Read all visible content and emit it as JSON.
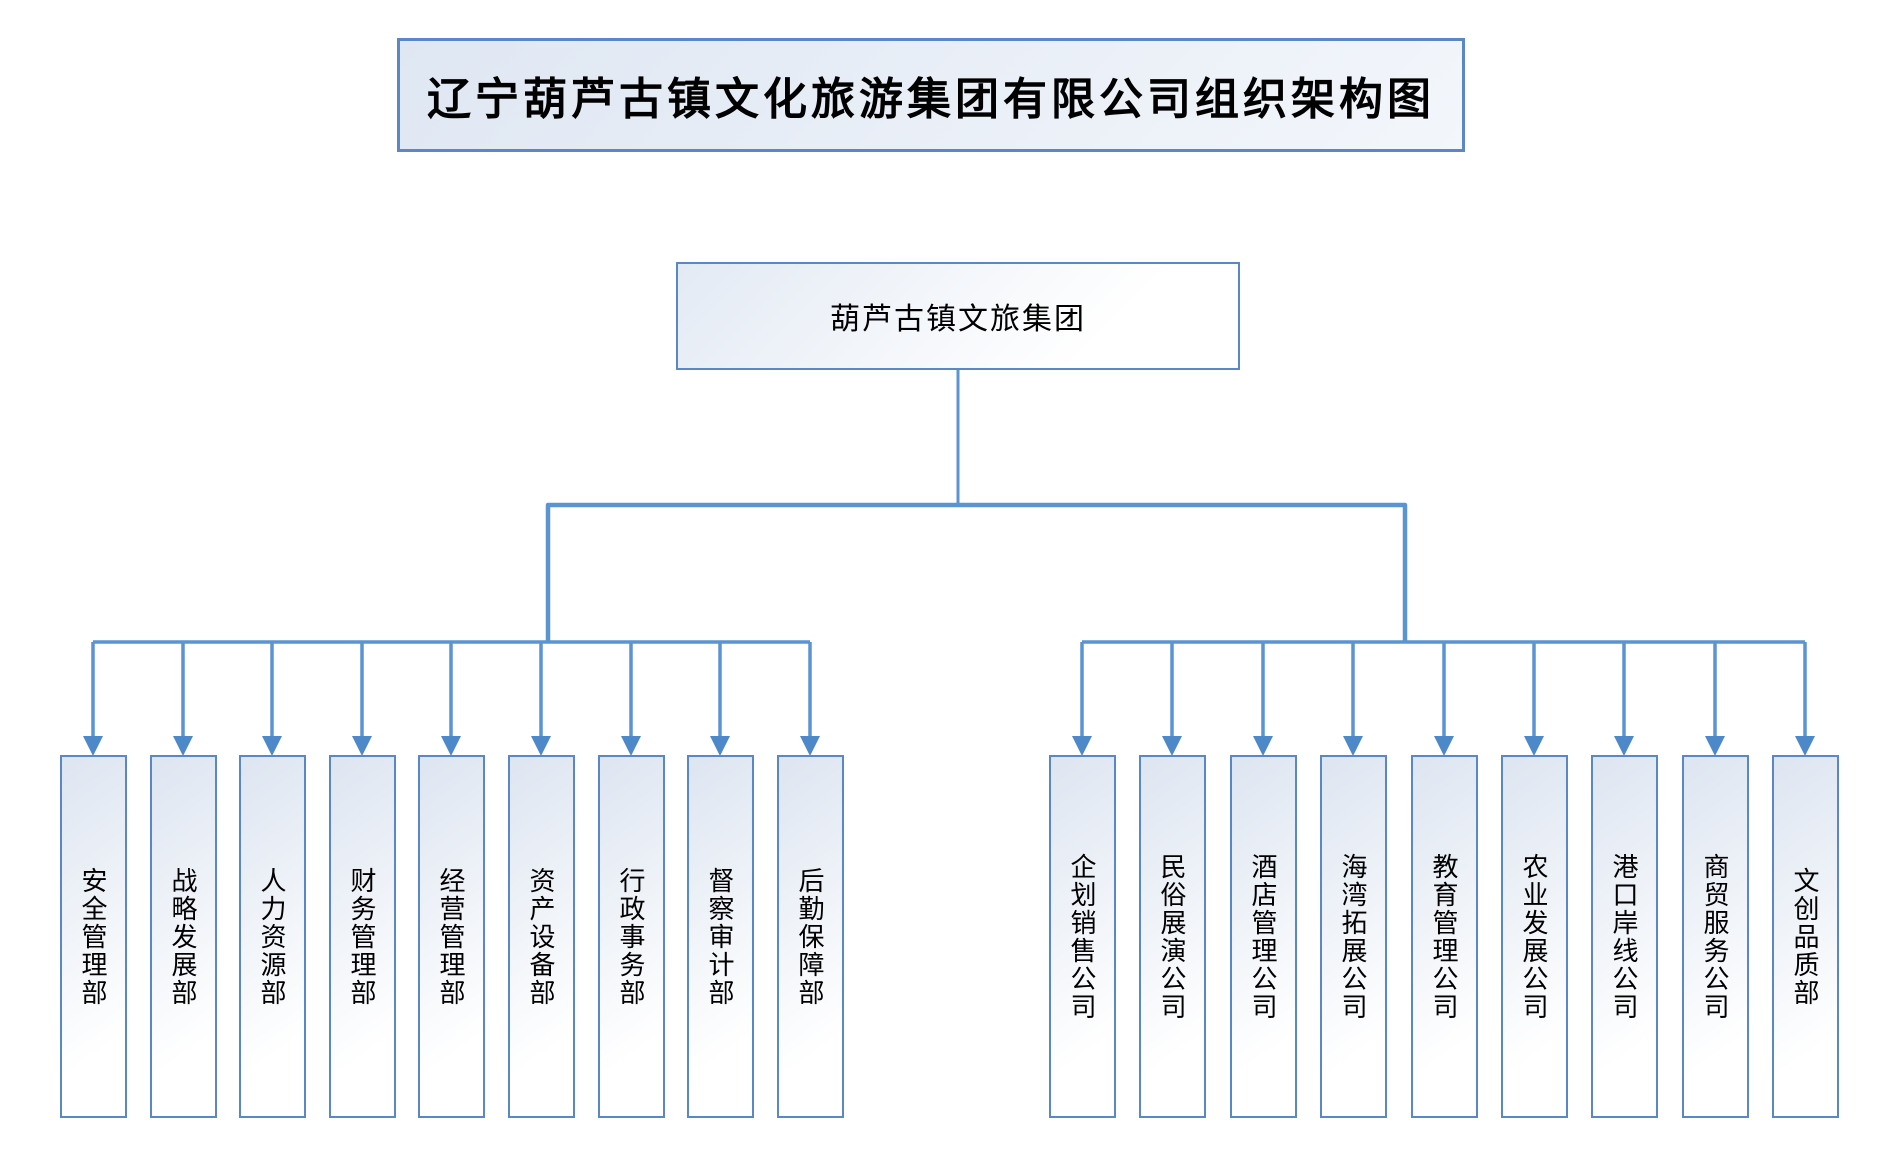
{
  "title": "辽宁葫芦古镇文化旅游集团有限公司组织架构图",
  "root": {
    "label": "葫芦古镇文旅集团"
  },
  "groups": {
    "left": {
      "name": "departments",
      "items": [
        "安全管理部",
        "战略发展部",
        "人力资源部",
        "财务管理部",
        "经营管理部",
        "资产设备部",
        "行政事务部",
        "督察审计部",
        "后勤保障部"
      ]
    },
    "right": {
      "name": "subsidiaries",
      "items": [
        "企划销售公司",
        "民俗展演公司",
        "酒店管理公司",
        "海湾拓展公司",
        "教育管理公司",
        "农业发展公司",
        "港口岸线公司",
        "商贸服务公司",
        "文创品质部"
      ]
    }
  },
  "colors": {
    "line": "#5b94d2",
    "arrow": "#4d89c8",
    "box_border": "#5a87c5",
    "box_fill_top": "#dde5f1",
    "box_fill_bottom": "#ffffff",
    "text": "#000000",
    "background": "#ffffff"
  }
}
